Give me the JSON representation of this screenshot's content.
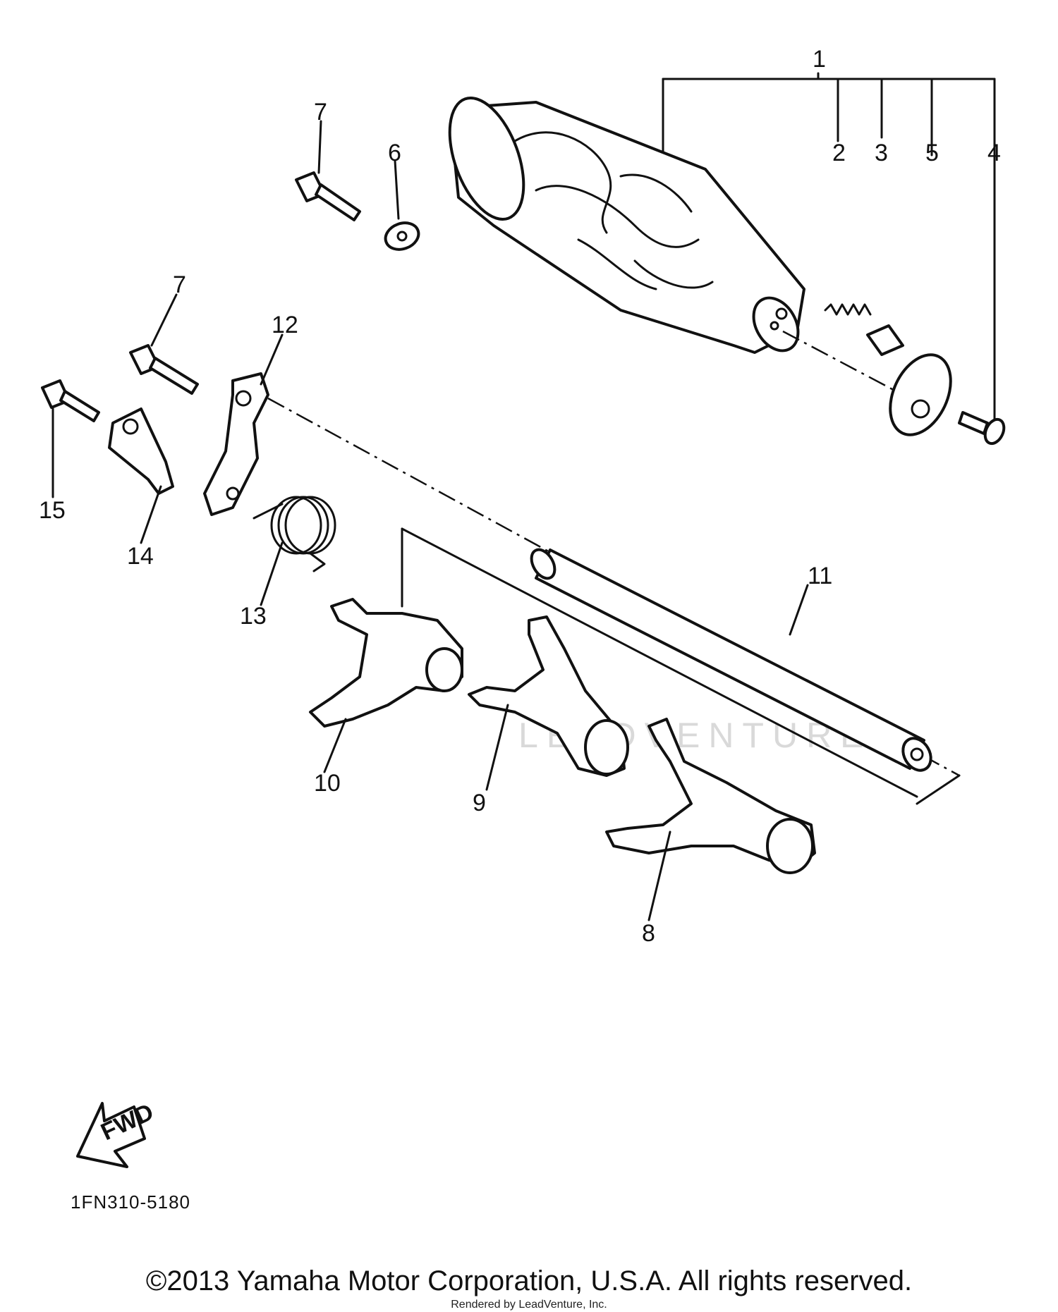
{
  "diagram": {
    "part_labels": [
      "1",
      "2",
      "3",
      "5",
      "4",
      "6",
      "7",
      "7",
      "12",
      "15",
      "14",
      "13",
      "11",
      "10",
      "9",
      "8"
    ],
    "direction_label": "FWD",
    "diagram_code": "1FN310-5180",
    "watermark": "LEADVENTURE",
    "copyright": "©2013 Yamaha Motor Corporation, U.S.A. All rights reserved.",
    "rendered_by": "Rendered by LeadVenture, Inc."
  }
}
